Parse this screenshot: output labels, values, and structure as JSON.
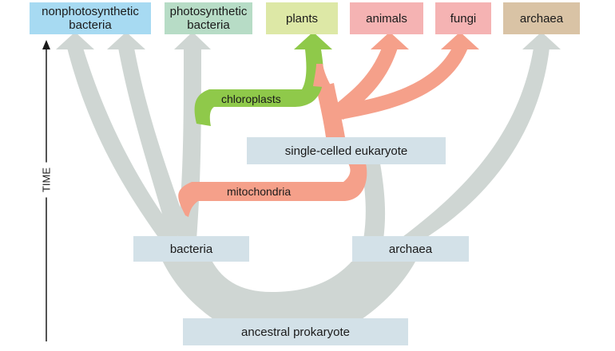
{
  "colors": {
    "branch_gray": "#cfd6d3",
    "chloroplast_green": "#8fc94a",
    "mitochondria_salmon": "#f5a08a",
    "box_blue": "#d3e1e8",
    "top_nonphotosynthetic": "#a7daf2",
    "top_photosynthetic": "#b7dcc6",
    "top_plants": "#dde8a6",
    "top_animals": "#f5b3b3",
    "top_fungi": "#f5b3b3",
    "top_archaea": "#d9c3a5"
  },
  "top_groups": {
    "nonphotosynthetic": "nonphotosynthetic\nbacteria",
    "photosynthetic": "photosynthetic\nbacteria",
    "plants": "plants",
    "animals": "animals",
    "fungi": "fungi",
    "archaea": "archaea"
  },
  "nodes": {
    "single_celled_eukaryote": "single-celled eukaryote",
    "bacteria": "bacteria",
    "archaea": "archaea",
    "ancestral_prokaryote": "ancestral prokaryote"
  },
  "flows": {
    "chloroplasts": "chloroplasts",
    "mitochondria": "mitochondria"
  },
  "axis": {
    "time_label": "TIME",
    "arrow_icon": "up-arrow-icon"
  }
}
